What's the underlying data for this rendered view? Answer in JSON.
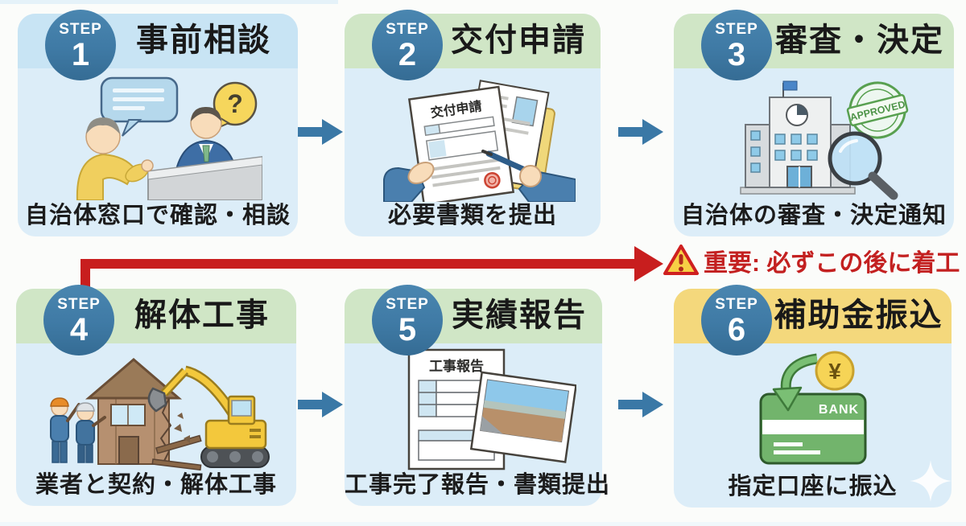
{
  "diagram": {
    "type": "process-flow",
    "language": "ja",
    "subject": "demolition subsidy application steps"
  },
  "steps": [
    {
      "badge": "STEP",
      "number": "1",
      "title": "事前相談",
      "caption": "自治体窓口で確認・相談",
      "header_color": "#c8e4f4",
      "illustration": "consultation-at-municipal-counter",
      "question_mark": "?"
    },
    {
      "badge": "STEP",
      "number": "2",
      "title": "交付申請",
      "caption": "必要書類を提出",
      "header_color": "#d0e6c6",
      "illustration": "submitting-application-documents",
      "doc_label": "交付申請"
    },
    {
      "badge": "STEP",
      "number": "3",
      "title": "審査・決定",
      "caption": "自治体の審査・決定通知",
      "header_color": "#d0e6c6",
      "illustration": "review-building-magnifier",
      "stamp_label": "APPROVED"
    },
    {
      "badge": "STEP",
      "number": "4",
      "title": "解体工事",
      "caption": "業者と契約・解体工事",
      "header_color": "#d0e6c6",
      "illustration": "house-demolition-excavator"
    },
    {
      "badge": "STEP",
      "number": "5",
      "title": "実績報告",
      "caption": "工事完了報告・書類提出",
      "header_color": "#d0e6c6",
      "illustration": "completion-report-with-photo",
      "doc_label": "工事報告"
    },
    {
      "badge": "STEP",
      "number": "6",
      "title": "補助金振込",
      "caption": "指定口座に振込",
      "header_color": "#f4d87c",
      "illustration": "subsidy-bank-transfer",
      "bank_label": "BANK",
      "coin_symbol": "¥"
    }
  ],
  "warning": {
    "text": "重要: 必ずこの後に着工",
    "icon": "warning-triangle-icon"
  },
  "colors": {
    "card_body": "#dcedf8",
    "header_blue": "#c8e4f4",
    "header_green": "#d0e6c6",
    "header_yellow": "#f4d87c",
    "badge_blue": "#3f7aa5",
    "flow_arrow_blue": "#3a78a6",
    "red_arrow": "#c81e1e",
    "warning_red": "#c32020"
  }
}
